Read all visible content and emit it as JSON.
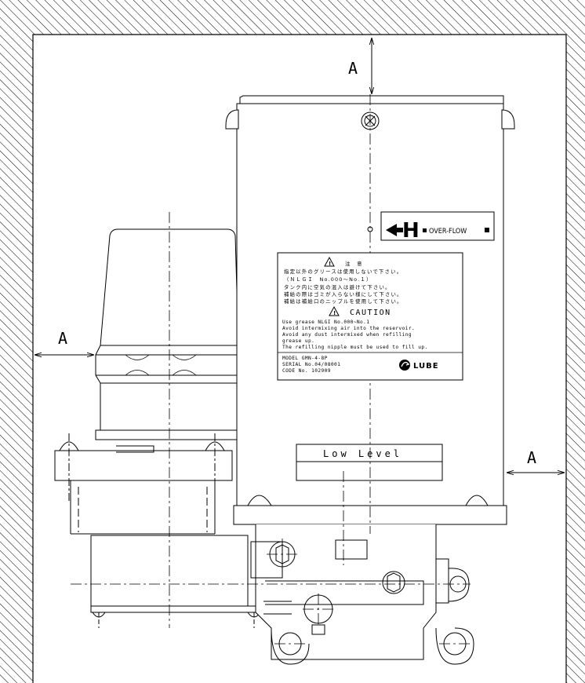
{
  "dimension_label": "A",
  "overflow_label": {
    "letter": "H",
    "text": "OVER-FLOW"
  },
  "caution_label": {
    "jp_title": "注　意",
    "jp_lines": [
      "指定以外のグリースは使用しないで下さい。",
      "（ＮＬＧＩ　No.000〜No.１）",
      "タンク内に空気の混入は避けて下さい。",
      "補給の際はゴミが入らない様にして下さい。",
      "補給は補給口のニップルを使用して下さい。"
    ],
    "en_title": "CAUTION",
    "en_lines": [
      "Use grease NLGI No.000~No.1",
      "Avoid intermixing air into the reservoir.",
      "Avoid any dust intermixed when refilling",
      "grease up.",
      "The refilling nipple must be used to fill up."
    ],
    "model_line": "MODEL       GMN-4-8P",
    "serial_line": "SERIAL No.04/08001",
    "code_line": "CODE No.  102909",
    "brand": "LUBE"
  },
  "low_level_label": "Low Level"
}
